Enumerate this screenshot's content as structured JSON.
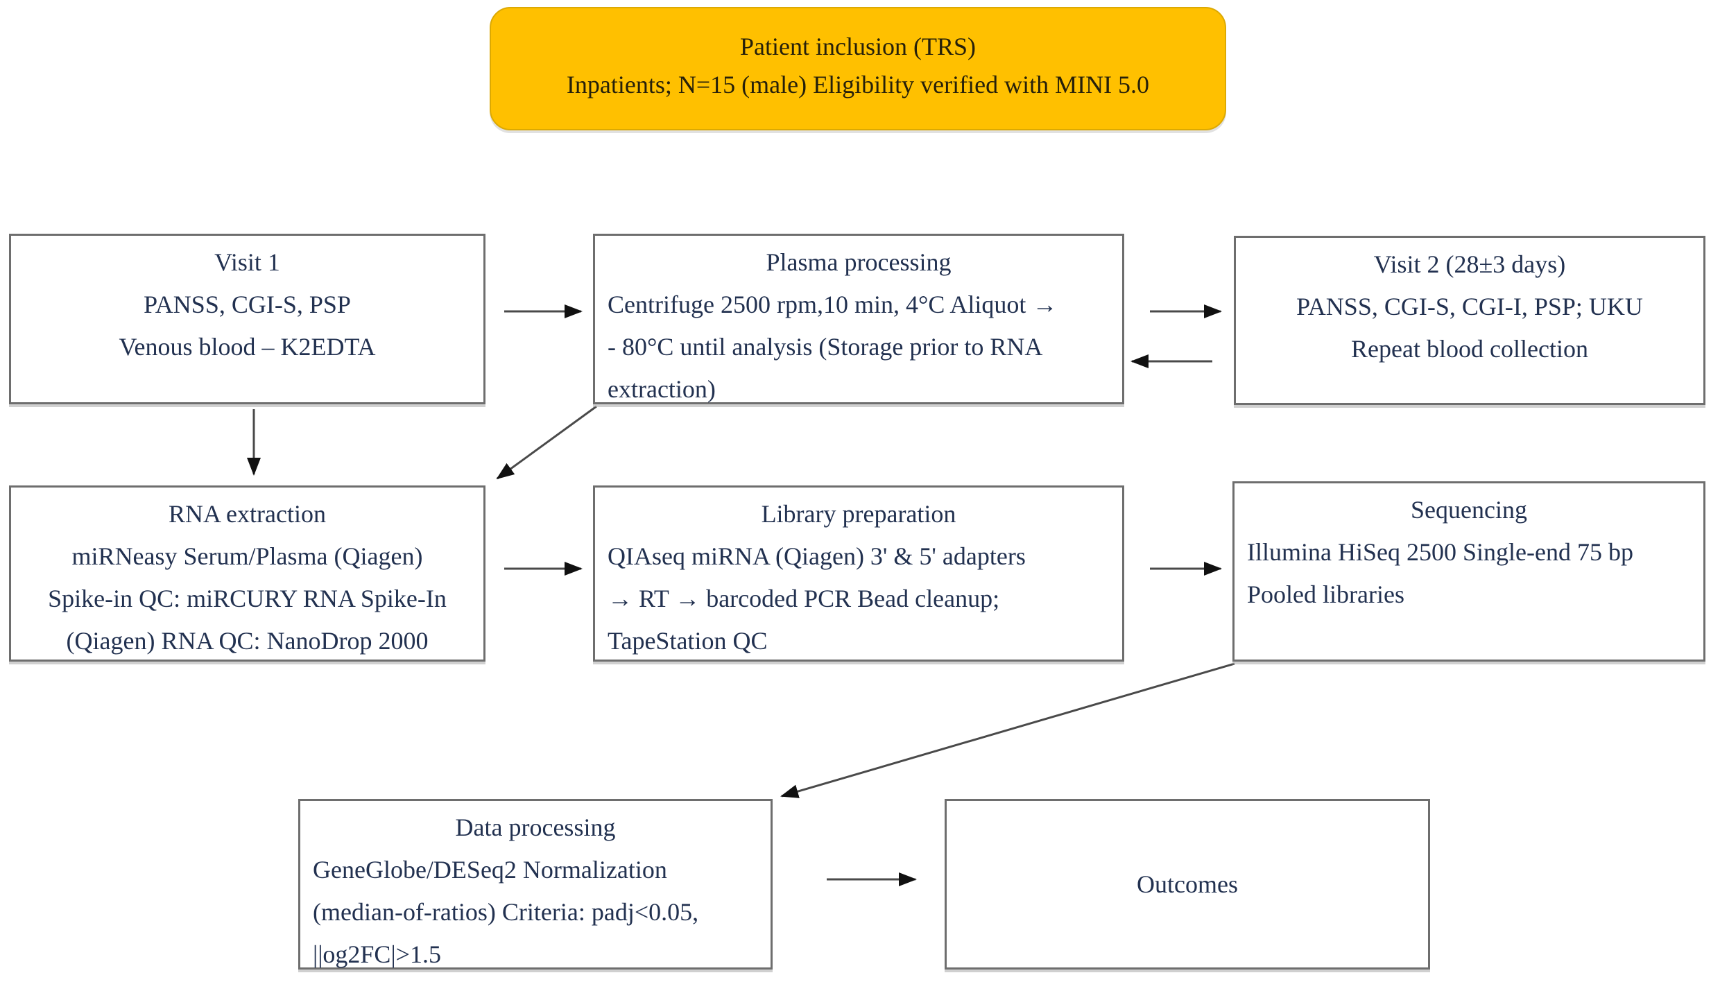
{
  "header": {
    "line1": "Patient inclusion (TRS)",
    "line2": "Inpatients; N=15 (male) Eligibility verified with MINI 5.0"
  },
  "boxes": {
    "visit1": {
      "title": "Visit 1",
      "lines": [
        "PANSS, CGI-S, PSP",
        "Venous blood – K2EDTA"
      ]
    },
    "plasma": {
      "title": "Plasma processing",
      "lines": [
        "Centrifuge 2500 rpm,10 min, 4°C Aliquot →",
        "- 80°C until analysis (Storage prior to RNA",
        "extraction)"
      ]
    },
    "visit2": {
      "title": "Visit 2 (28±3 days)",
      "lines": [
        "PANSS, CGI-S, CGI-I, PSP; UKU",
        "Repeat blood collection"
      ]
    },
    "rna_extraction": {
      "title": "RNA extraction",
      "lines": [
        "miRNeasy Serum/Plasma (Qiagen)",
        "Spike-in QC: miRCURY RNA Spike-In",
        "(Qiagen) RNA QC: NanoDrop 2000"
      ]
    },
    "library_preparation": {
      "title": "Library preparation",
      "lines": [
        "QIAseq miRNA (Qiagen) 3' & 5' adapters",
        "→ RT → barcoded PCR Bead cleanup;",
        "TapeStation QC"
      ]
    },
    "sequencing": {
      "title": "Sequencing",
      "lines": [
        "Illumina HiSeq 2500 Single-end 75 bp",
        "Pooled libraries"
      ]
    },
    "data_processing": {
      "title": "Data processing",
      "lines": [
        "GeneGlobe/DESeq2 Normalization",
        "(median-of-ratios) Criteria: padj<0.05,",
        "||og2FC|>1.5"
      ]
    },
    "outcomes": {
      "title": "Outcomes",
      "lines": []
    }
  },
  "colors": {
    "header_fill": "#FFC000",
    "box_border": "#6e6e6e",
    "text": "#223150",
    "arrow_line": "#4a4a4a",
    "arrow_head": "#111111"
  }
}
